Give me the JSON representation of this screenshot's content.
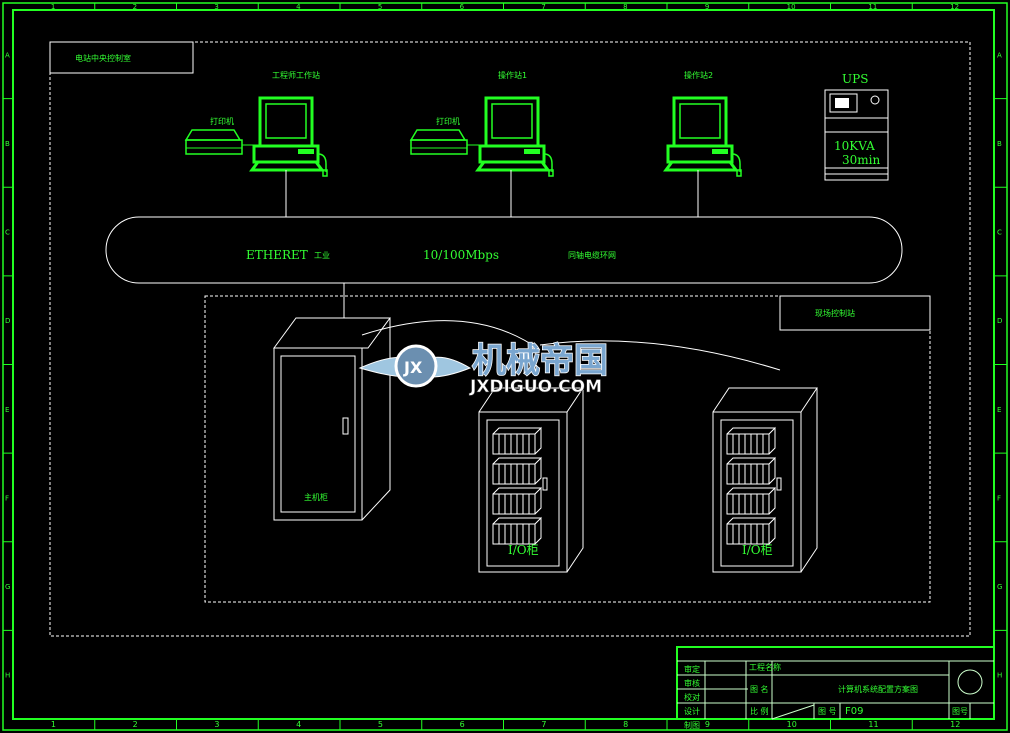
{
  "colors": {
    "frame": "#22ff22",
    "line": "#ffffff",
    "text": "#33ff33",
    "background": "#000000"
  },
  "border": {
    "columns": [
      "1",
      "2",
      "3",
      "4",
      "5",
      "6",
      "7",
      "8",
      "9",
      "10",
      "11",
      "12"
    ],
    "rows": [
      "A",
      "B",
      "C",
      "D",
      "E",
      "F",
      "G",
      "H"
    ]
  },
  "control_room": {
    "label": "电站中央控制室"
  },
  "workstations": [
    {
      "label": "工程师工作站",
      "printer": "打印机"
    },
    {
      "label": "操作站1",
      "printer": "打印机"
    },
    {
      "label": "操作站2"
    }
  ],
  "ups": {
    "title": "UPS",
    "capacity": "10KVA",
    "duration": "30min"
  },
  "network": {
    "name": "ETHERET",
    "qualifier": "工业",
    "speed": "10/100Mbps",
    "medium": "同轴电缆环网"
  },
  "field_station": {
    "label": "现场控制站"
  },
  "cabinets": [
    {
      "label": "主机柜"
    },
    {
      "label": "I/O柜"
    },
    {
      "label": "I/O柜"
    }
  ],
  "watermark": {
    "text": "机械帝国",
    "url": "JXDIGUO.COM"
  },
  "title_block": {
    "roles": [
      "审定",
      "审核",
      "校对",
      "设计",
      "制图"
    ],
    "project_name_label": "工程名称",
    "drawing_name_label": "图 名",
    "drawing_title": "计算机系统配置方案图",
    "scale_label": "比 例",
    "drawing_no_label": "图 号",
    "drawing_no": "F09",
    "sheet_label": "图号"
  }
}
